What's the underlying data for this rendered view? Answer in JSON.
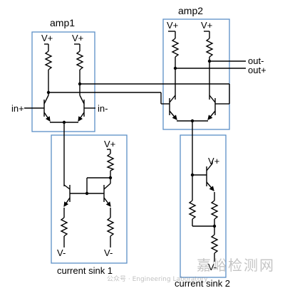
{
  "labels": {
    "amp1": "amp1",
    "amp2": "amp2",
    "in_plus": "in+",
    "in_minus": "in-",
    "out_minus": "out-",
    "out_plus": "out+",
    "vplus": "V+",
    "vminus": "V-",
    "sink1": "current sink 1",
    "sink2": "current sink 2"
  },
  "watermark": {
    "text": "嘉峪检测网",
    "sub": "公众号 · Engineering Laboratory"
  },
  "colors": {
    "wire": "#000000",
    "box": "#5b8ec7"
  }
}
